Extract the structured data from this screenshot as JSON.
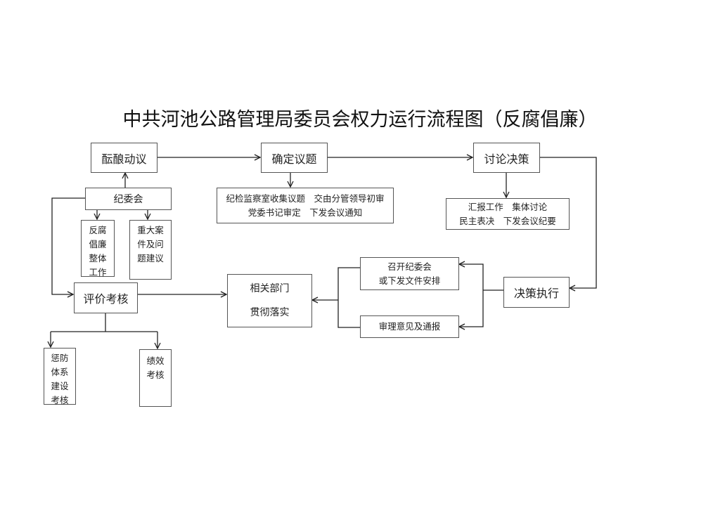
{
  "title": "中共河池公路管理局委员会权力运行流程图（反腐倡廉）",
  "nodes": {
    "brew": "酝酿动议",
    "topic": "确定议题",
    "discuss": "讨论决策",
    "commission": "纪委会",
    "anticorruption": [
      "反腐",
      "倡廉",
      "整体",
      "工作"
    ],
    "major_cases": [
      "重大案",
      "件及问",
      "题建议"
    ],
    "topic_detail": [
      "纪检监察室收集议题　交由分管领导初审",
      "党委书记审定　下发会议通知"
    ],
    "discuss_detail": [
      "汇报工作　集体讨论",
      "民主表决　下发会议纪要"
    ],
    "execute": "决策执行",
    "meeting": [
      "召开纪委会",
      "或下发文件安排"
    ],
    "review": "审理意见及通报",
    "departments": [
      "相关部门",
      "贯彻落实"
    ],
    "evaluate": "评价考核",
    "punish_prevent": [
      "惩防",
      "体系",
      "建设",
      "考核"
    ],
    "performance": [
      "绩效",
      "考核"
    ]
  }
}
